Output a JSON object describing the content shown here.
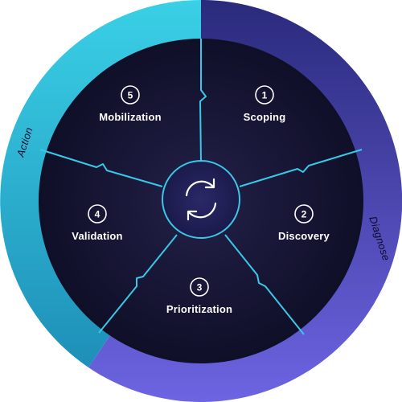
{
  "ring": {
    "left_label": "Action",
    "right_label": "Diagnose",
    "left_color": "#2fc4dc",
    "right_color": "#4c49c4"
  },
  "center": {
    "icon": "cycle-arrows-icon"
  },
  "steps": [
    {
      "number": "1",
      "label": "Scoping"
    },
    {
      "number": "2",
      "label": "Discovery"
    },
    {
      "number": "3",
      "label": "Prioritization"
    },
    {
      "number": "4",
      "label": "Validation"
    },
    {
      "number": "5",
      "label": "Mobilization"
    }
  ],
  "colors": {
    "disc": "#141433",
    "divider": "#39c8e6",
    "hub": "#232059"
  }
}
